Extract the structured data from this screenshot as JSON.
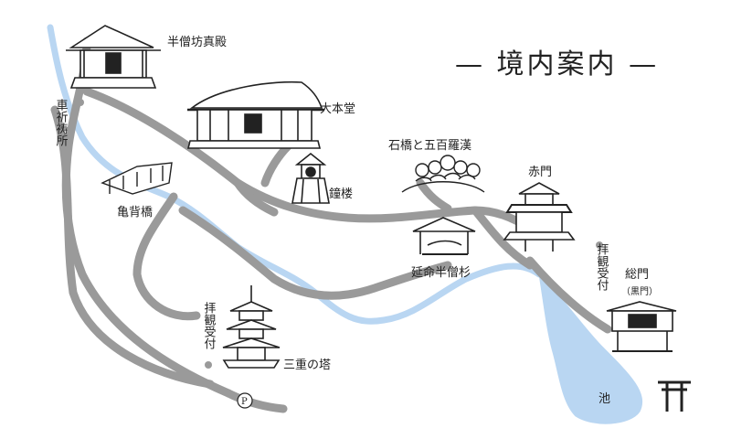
{
  "map": {
    "title": "— 境内案内 —",
    "colors": {
      "water": "#b9d6f2",
      "path": "#9a9a9a",
      "ink": "#222222"
    },
    "labels": {
      "hanzobo": "半僧坊真殿",
      "daihondo": "大本堂",
      "shoro": "鐘楼",
      "ishibashi": "石橋と五百羅漢",
      "akamon": "赤門",
      "kamegashi": "亀背橋",
      "enmei": "延命半僧杉",
      "sanju": "三重の塔",
      "somon": "総門",
      "kuromon": "（黒門）",
      "ike": "池",
      "parking": "P"
    },
    "vertical_labels": {
      "kurumakito": "車祈祷所",
      "haikan_left": "拝観受付",
      "haikan_right": "拝観受付"
    },
    "icons": [
      "building-icon",
      "pagoda-icon",
      "bell-tower-icon",
      "bridge-icon",
      "rakan-statues-icon",
      "well-icon",
      "gate-icon",
      "torii-icon",
      "parking-icon"
    ]
  }
}
